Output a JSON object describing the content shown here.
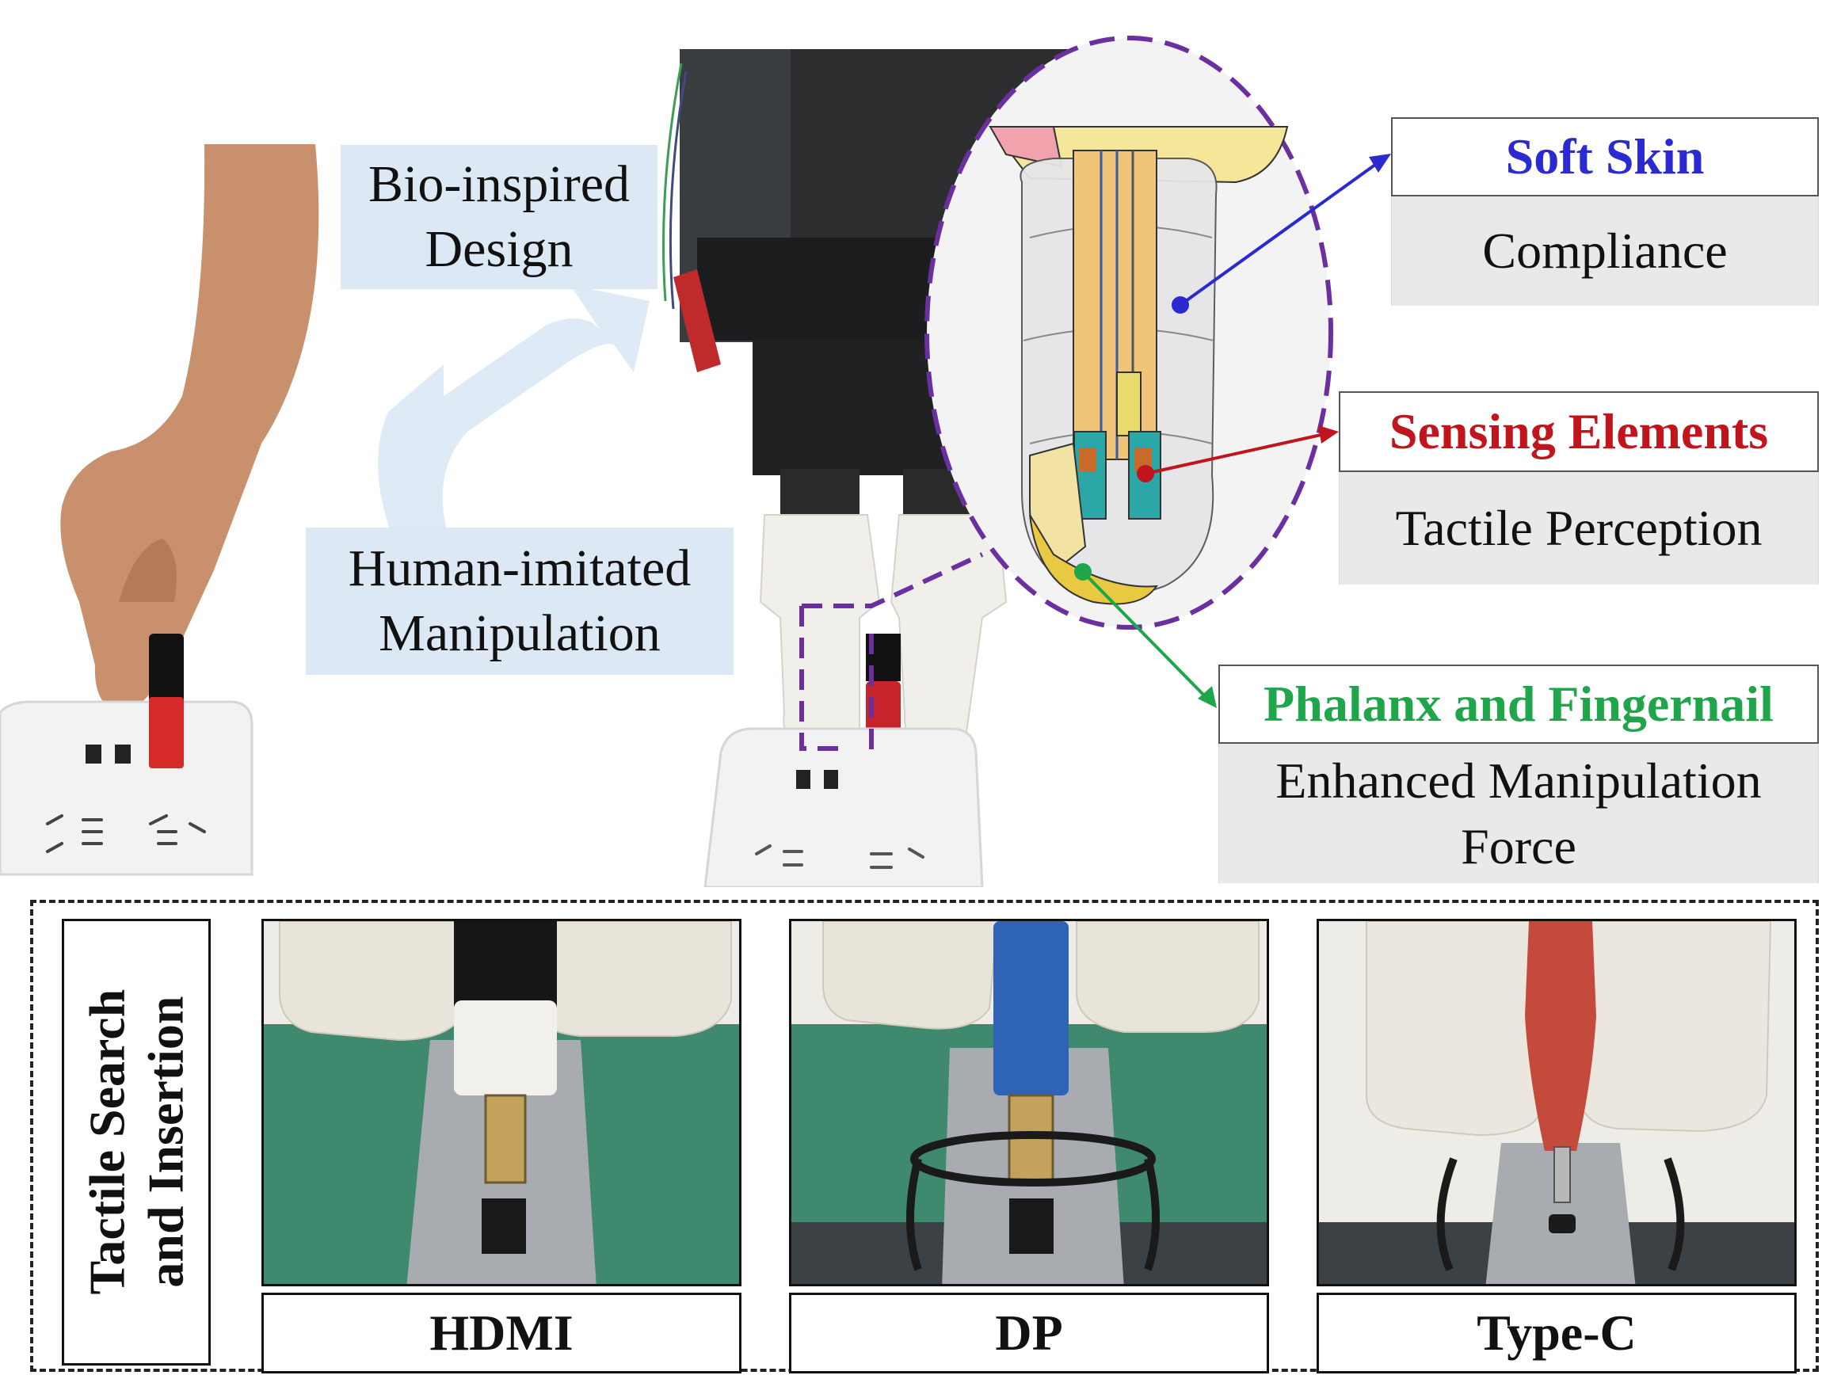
{
  "annotations": {
    "bio_inspired": [
      "Bio-inspired",
      "Design"
    ],
    "human_imitated": [
      "Human-imitated",
      "Manipulation"
    ]
  },
  "callouts": {
    "soft_skin": {
      "title": "Soft Skin",
      "body": [
        "Compliance"
      ],
      "color": "#2a2ad0"
    },
    "sensing": {
      "title": "Sensing Elements",
      "body": [
        "Tactile Perception"
      ],
      "color": "#c0151c"
    },
    "phalanx": {
      "title": "Phalanx and Fingernail",
      "body": [
        "Enhanced Manipulation",
        "Force"
      ],
      "color": "#1fa64a"
    }
  },
  "bottom": {
    "side_label": [
      "Tactile Search",
      "and Insertion"
    ],
    "demos": [
      {
        "label": "HDMI",
        "plug_color": "#1a1a1a"
      },
      {
        "label": "DP",
        "plug_color": "#2f63b5"
      },
      {
        "label": "Type-C",
        "plug_color": "#c44a3c"
      }
    ]
  },
  "colors": {
    "highlight_ellipse": "#6b2fa0",
    "annotation_bg": "#dce9f5",
    "arrow_fill": "#dce9f5"
  }
}
